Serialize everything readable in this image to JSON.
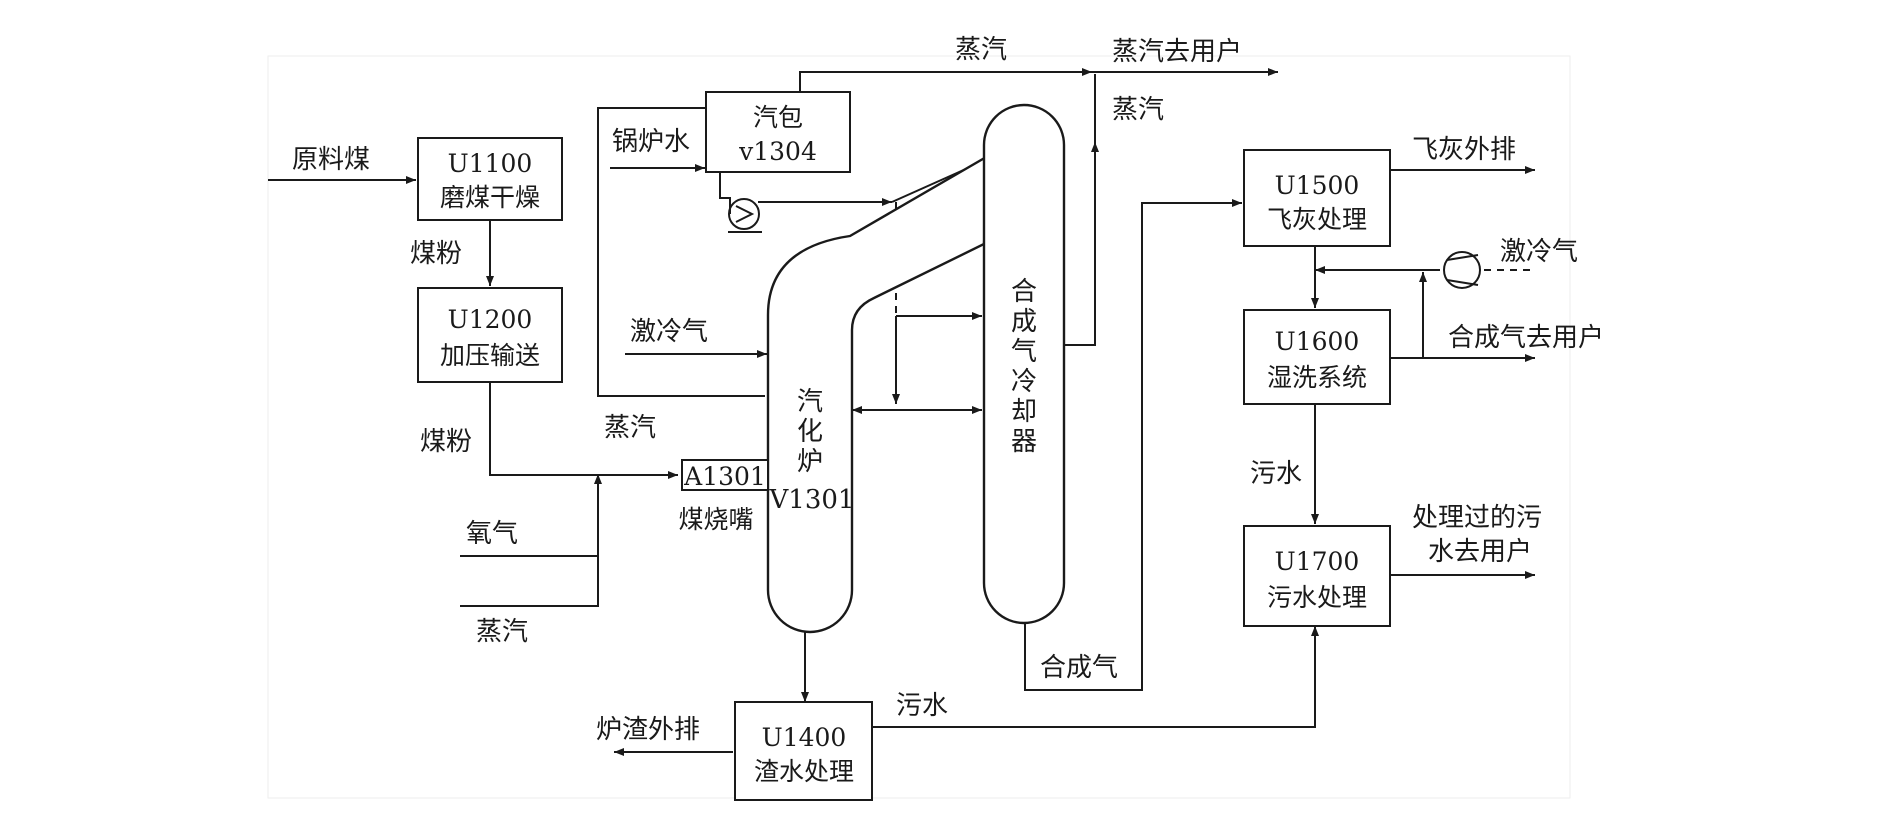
{
  "units": {
    "u1100": {
      "code": "U1100",
      "name": "磨煤干燥"
    },
    "u1200": {
      "code": "U1200",
      "name": "加压输送"
    },
    "u1400": {
      "code": "U1400",
      "name": "渣水处理"
    },
    "u1500": {
      "code": "U1500",
      "name": "飞灰处理"
    },
    "u1600": {
      "code": "U1600",
      "name": "湿洗系统"
    },
    "u1700": {
      "code": "U1700",
      "name": "污水处理"
    }
  },
  "drum": {
    "name": "汽包",
    "code": "v1304"
  },
  "burner": {
    "code": "A1301",
    "name": "煤烧嘴"
  },
  "gasifier": {
    "chars": [
      "汽",
      "化",
      "炉"
    ],
    "code": "V1301"
  },
  "cooler": {
    "chars": [
      "合",
      "成",
      "气",
      "冷",
      "却",
      "器"
    ]
  },
  "streams": {
    "raw_coal": "原料煤",
    "coal_powder_1": "煤粉",
    "coal_powder_2": "煤粉",
    "boiler_water": "锅炉水",
    "steam_top": "蒸汽",
    "steam_to_user": "蒸汽去用户",
    "steam_right": "蒸汽",
    "quench_gas_left": "激冷气",
    "steam_left": "蒸汽",
    "oxygen": "氧气",
    "steam_bottom": "蒸汽",
    "fly_ash_out": "飞灰外排",
    "quench_gas_right": "激冷气",
    "syngas_to_user": "合成气去用户",
    "wastewater_1": "污水",
    "treated_water_1": "处理过的污",
    "treated_water_2": "水去用户",
    "syngas": "合成气",
    "slag_out": "炉渣外排",
    "wastewater_2": "污水"
  }
}
